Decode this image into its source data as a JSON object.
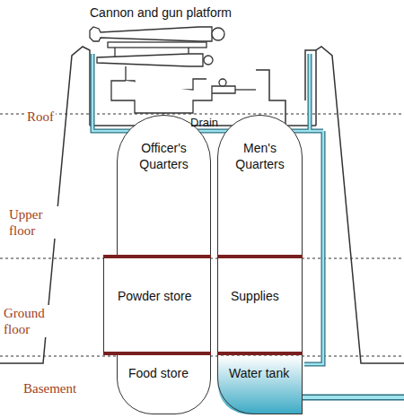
{
  "diagram": {
    "nodes": [
      {
        "text": [
          "Officer's Quarters"
        ]
      },
      {
        "text": [
          "Men's Quarters"
        ]
      },
      {
        "text": [
          "Powder store"
        ]
      },
      {
        "text": [
          "Supplies"
        ]
      },
      {
        "text": [
          "Food store"
        ]
      },
      {
        "text": [
          "Water tank"
        ]
      }
    ],
    "labels": [
      "Cannon and gun platform",
      "Roof",
      "Drain",
      "Upper floor",
      "Ground floor",
      "Basement"
    ]
  }
}
